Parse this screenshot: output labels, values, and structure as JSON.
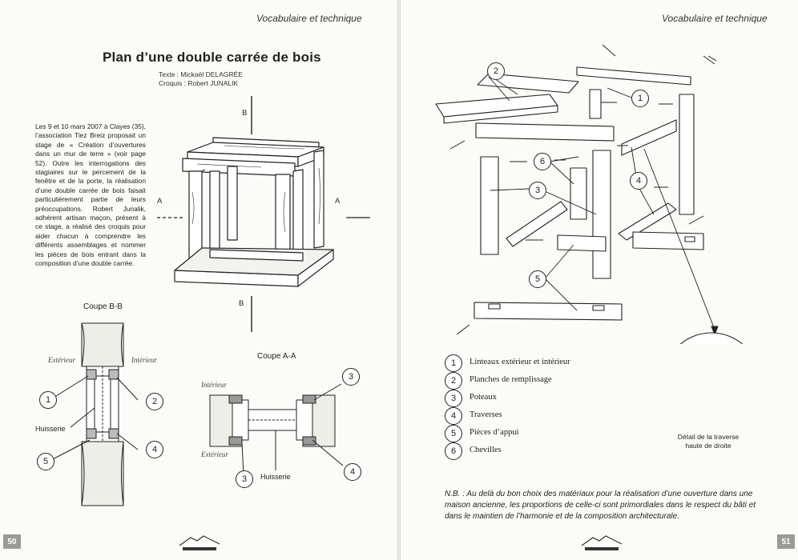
{
  "left_page": {
    "header": "Vocabulaire et technique",
    "title": "Plan d’une double carrée de bois",
    "credit_text": "Texte : Mickaël DELAGRÉE",
    "credit_sketch": "Croquis : Robert JUNALIK",
    "body": "Les 9 et 10 mars 2007 à Clayes (35), l’association Tiez Breiz proposait un stage de « Création d’ouvertures dans un mur de terre » (voir page 52). Outre les interrogations des stagiaires sur le percement de la fenêtre et de la porte, la réalisation d’une double carrée de bois faisait particulièrement partie de leurs préoccupations. Robert Junalik, adhérent artisan maçon, présent à ce stage, a réalisé des croquis pour aider chacun à comprendre les différents assemblages et nommer les pièces de bois entrant dans la composition d’une double carrée.",
    "axis_b": "B",
    "axis_a": "A",
    "coupe_bb": {
      "title": "Coupe B-B",
      "exterieur": "Extérieur",
      "interieur": "Intérieur",
      "huisserie": "Huisserie",
      "markers": [
        "1",
        "2",
        "4",
        "5"
      ]
    },
    "coupe_aa": {
      "title": "Coupe A-A",
      "interieur": "Intérieur",
      "exterieur": "Extérieur",
      "huisserie": "Huisserie",
      "markers": [
        "3",
        "3",
        "4"
      ]
    },
    "page_number": "50"
  },
  "right_page": {
    "header": "Vocabulaire et technique",
    "exploded_markers": [
      "1",
      "2",
      "3",
      "4",
      "5",
      "6"
    ],
    "legend": [
      {
        "num": "1",
        "label": "Linteaux extérieur et intérieur"
      },
      {
        "num": "2",
        "label": "Planches de remplissage"
      },
      {
        "num": "3",
        "label": "Poteaux"
      },
      {
        "num": "4",
        "label": "Traverses"
      },
      {
        "num": "5",
        "label": "Pièces d’appui"
      },
      {
        "num": "6",
        "label": "Chevilles"
      }
    ],
    "detail_caption_1": "Détail de la traverse",
    "detail_caption_2": "haute de droite",
    "nb": "N.B. : Au delà du bon choix des matériaux pour la réalisation d’une ouverture dans une maison ancienne, les proportions de celle-ci sont primordiales dans le respect du bâti et dans le maintien de l’harmonie et de la composition architecturale.",
    "page_number": "51"
  }
}
